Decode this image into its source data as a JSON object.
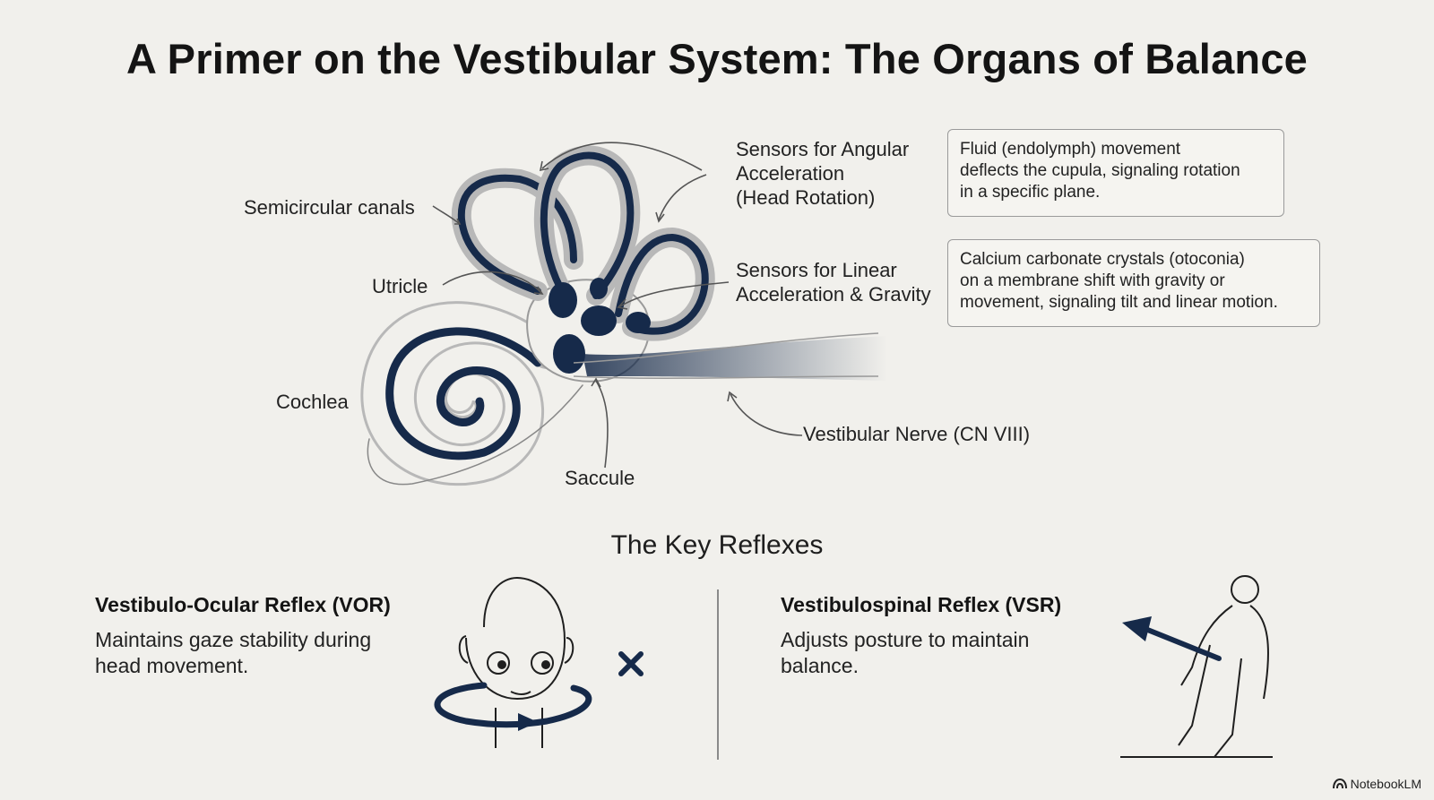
{
  "title": "A Primer on the Vestibular System: The Organs of Balance",
  "anatomy_labels": {
    "semicircular_canals": "Semicircular canals",
    "utricle": "Utricle",
    "cochlea": "Cochlea",
    "saccule": "Saccule",
    "angular_sensors": [
      "Sensors for Angular",
      "Acceleration",
      "(Head Rotation)"
    ],
    "linear_sensors": [
      "Sensors for Linear",
      "Acceleration & Gravity"
    ],
    "nerve": "Vestibular Nerve (CN VIII)"
  },
  "info_boxes": {
    "angular": [
      "Fluid (endolymph) movement",
      "deflects the cupula, signaling rotation",
      "in a specific plane."
    ],
    "linear": [
      "Calcium carbonate crystals (otoconia)",
      "on a membrane shift with gravity or",
      "movement, signaling tilt and linear motion."
    ]
  },
  "reflexes_section": {
    "title": "The Key Reflexes",
    "vor": {
      "name": "Vestibulo-Ocular Reflex (VOR)",
      "desc": [
        "Maintains gaze stability during",
        "head movement."
      ]
    },
    "vsr": {
      "name": "Vestibulospinal Reflex (VSR)",
      "desc": [
        "Adjusts posture to maintain",
        "balance."
      ]
    }
  },
  "brand": "NotebookLM",
  "colors": {
    "navy": "#162a4a",
    "background": "#f1f0ec",
    "line": "#555555"
  },
  "icons": [
    "inner-ear-illustration",
    "head-rotation-icon",
    "x-mark-icon",
    "standing-figure-icon",
    "balance-arrow-icon",
    "notebooklm-logo-icon"
  ]
}
